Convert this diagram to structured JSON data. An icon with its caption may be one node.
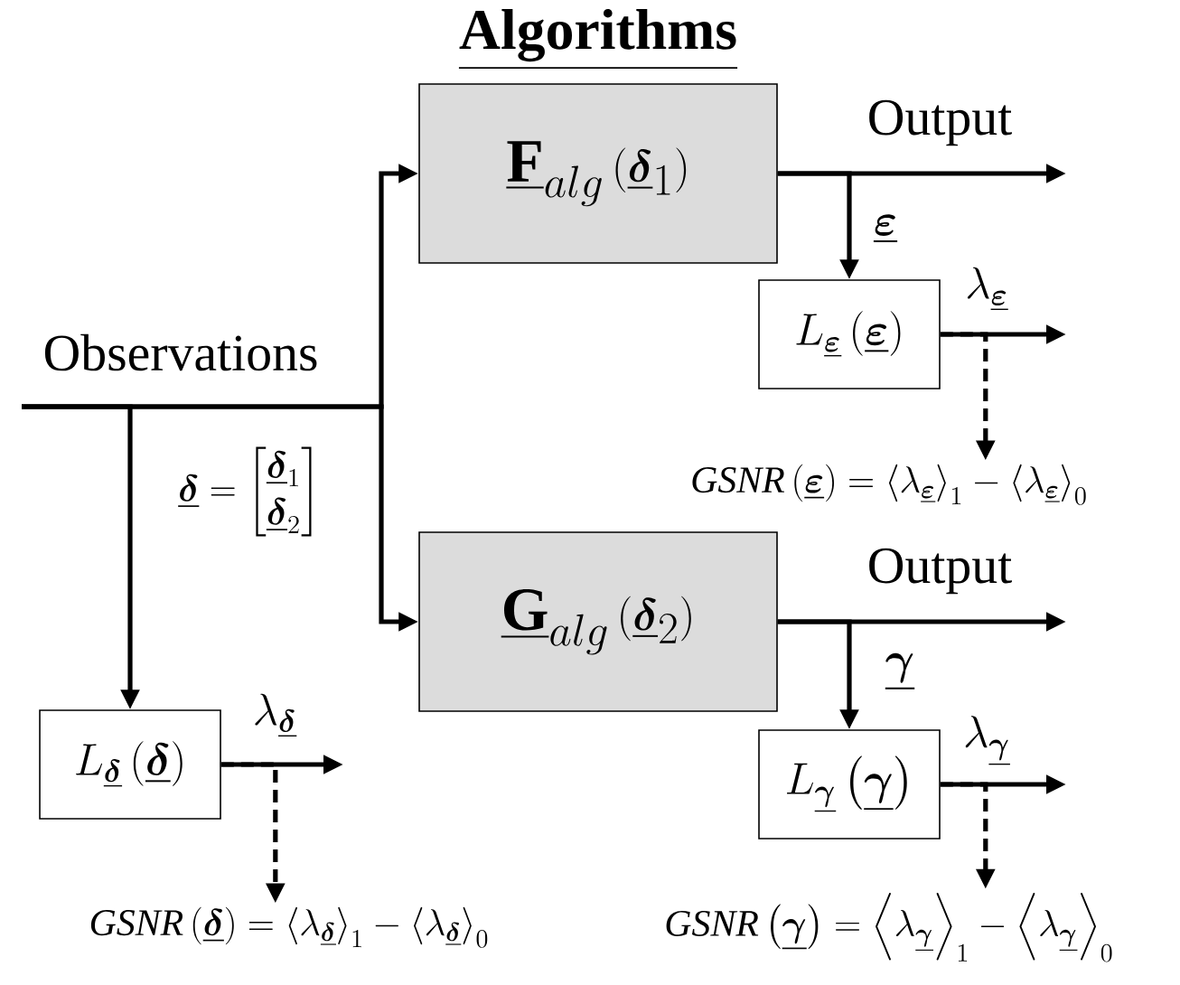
{
  "diagram": {
    "title": "Algorithms",
    "nodes": [
      {
        "text": [
          "\\underline{\\mathbf{F}}_{alg}\\left(\\underline{\\boldsymbol{\\delta}}_{1}\\right)"
        ]
      },
      {
        "text": [
          "\\underline{\\mathbf{G}}_{alg}\\left(\\underline{\\boldsymbol{\\delta}}_{2}\\right)"
        ]
      },
      {
        "text": [
          "L_{\\underline{\\boldsymbol{\\varepsilon}}}\\left(\\underline{\\boldsymbol{\\varepsilon}}\\right)"
        ]
      },
      {
        "text": [
          "L_{\\underline{\\boldsymbol{\\gamma}}}\\left(\\underline{\\boldsymbol{\\gamma}}\\right)"
        ]
      },
      {
        "text": [
          "L_{\\underline{\\boldsymbol{\\delta}}}\\left(\\underline{\\boldsymbol{\\delta}}\\right)"
        ]
      },
      {
        "text": [
          "\\mathit{GSNR}\\left(\\underline{\\boldsymbol{\\varepsilon}}\\right)=\\left\\langle\\lambda_{\\underline{\\boldsymbol{\\varepsilon}}}\\right\\rangle_{1}-\\left\\langle\\lambda_{\\underline{\\boldsymbol{\\varepsilon}}}\\right\\rangle_{0}"
        ]
      },
      {
        "text": [
          "\\mathit{GSNR}\\left(\\underline{\\boldsymbol{\\gamma}}\\right)=\\left\\langle\\lambda_{\\underline{\\boldsymbol{\\gamma}}}\\right\\rangle_{1}-\\left\\langle\\lambda_{\\underline{\\boldsymbol{\\gamma}}}\\right\\rangle_{0}"
        ]
      },
      {
        "text": [
          "\\mathit{GSNR}\\left(\\underline{\\boldsymbol{\\delta}}\\right)=\\left\\langle\\lambda_{\\underline{\\boldsymbol{\\delta}}}\\right\\rangle_{1}-\\left\\langle\\lambda_{\\underline{\\boldsymbol{\\delta}}}\\right\\rangle_{0}"
        ]
      }
    ],
    "edges": [
      {
        "from": null,
        "to": 0,
        "arrow": "to",
        "label": "Observations"
      },
      {
        "from": null,
        "to": 1,
        "arrow": "to"
      },
      {
        "from": null,
        "to": 4,
        "arrow": "to"
      },
      {
        "from": 0,
        "to": null,
        "arrow": "to",
        "label": "Output"
      },
      {
        "from": 0,
        "to": 2,
        "arrow": "to",
        "label": "\\underline{\\boldsymbol{\\varepsilon}}"
      },
      {
        "from": 2,
        "to": null,
        "arrow": "to",
        "label": "\\lambda_{\\underline{\\boldsymbol{\\varepsilon}}}"
      },
      {
        "from": 2,
        "to": 5,
        "arrow": "to",
        "style": "dashed"
      },
      {
        "from": 1,
        "to": null,
        "arrow": "to",
        "label": "Output"
      },
      {
        "from": 1,
        "to": 3,
        "arrow": "to",
        "label": "\\underline{\\boldsymbol{\\gamma}}"
      },
      {
        "from": 3,
        "to": null,
        "arrow": "to",
        "label": "\\lambda_{\\underline{\\boldsymbol{\\gamma}}}"
      },
      {
        "from": 3,
        "to": 6,
        "arrow": "to",
        "style": "dashed"
      },
      {
        "from": 4,
        "to": null,
        "arrow": "to",
        "label": "\\lambda_{\\underline{\\boldsymbol{\\delta}}}"
      },
      {
        "from": 4,
        "to": 7,
        "arrow": "to",
        "style": "dashed"
      }
    ],
    "labels": [
      "\\underline{\\boldsymbol{\\delta}}=\\begin{bmatrix}\\underline{\\boldsymbol{\\delta}}_{1}\\\\\\underline{\\boldsymbol{\\delta}}_{2}\\end{bmatrix}"
    ]
  }
}
